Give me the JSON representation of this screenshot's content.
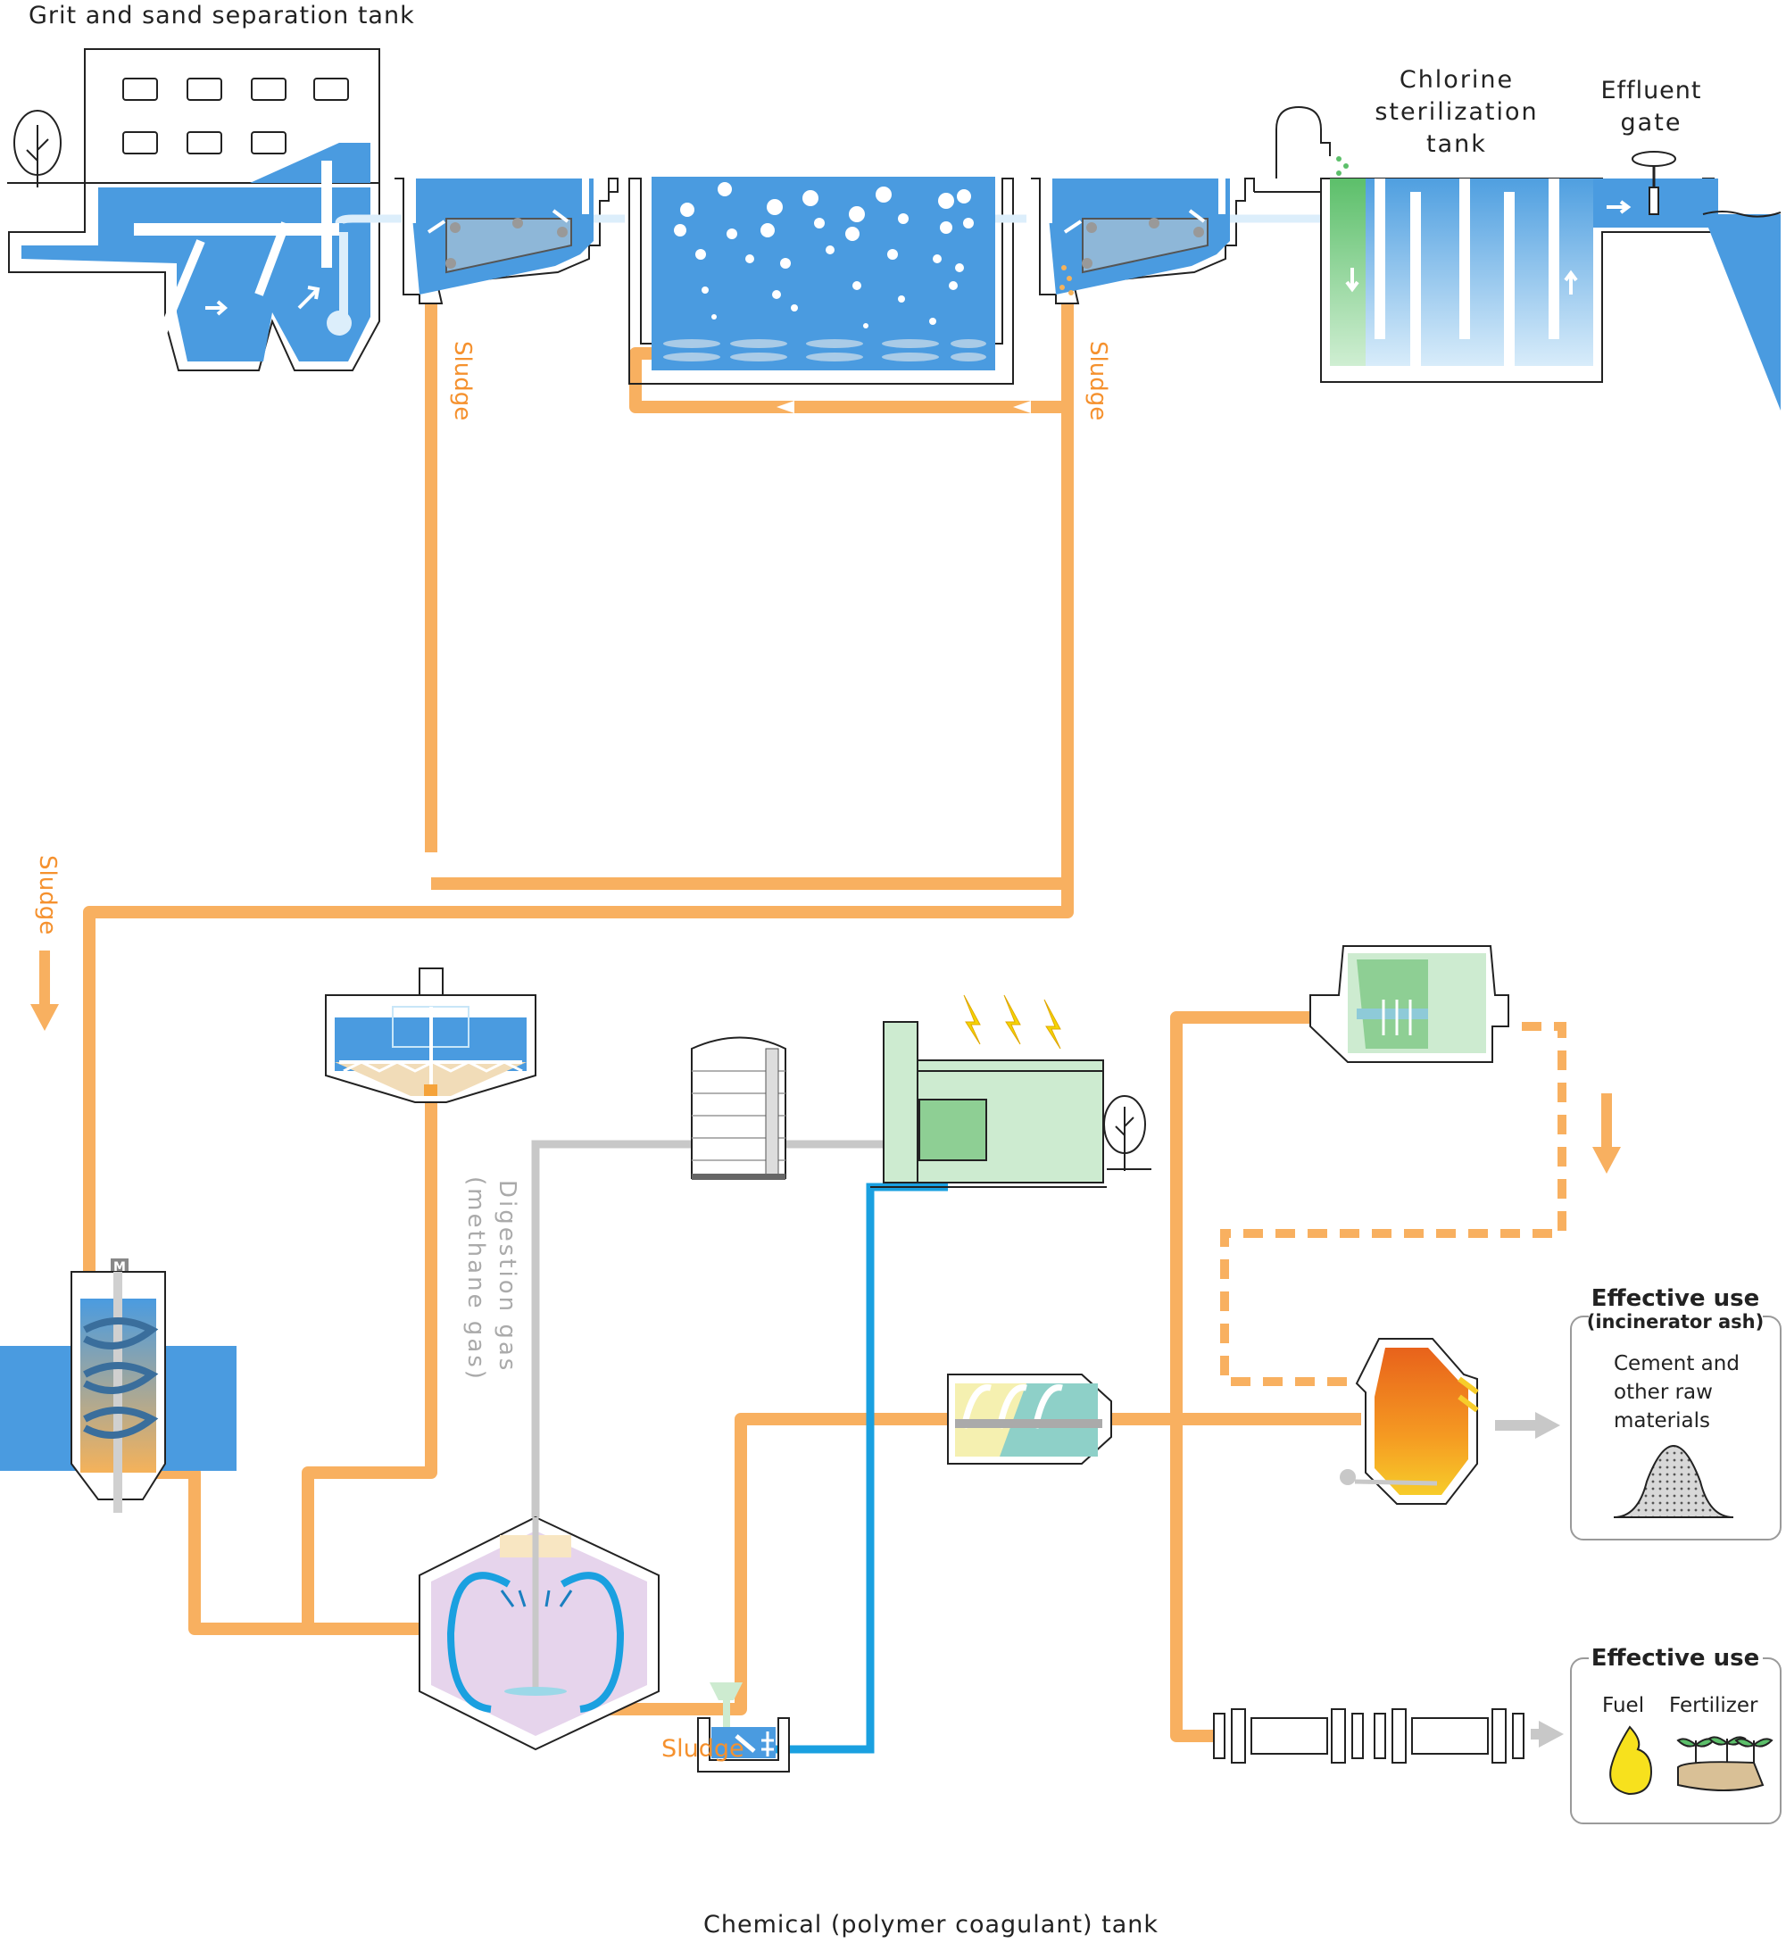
{
  "labels": {
    "grit_tank": "Grit and sand separation tank",
    "chlorine_tank_line1": "Chlorine",
    "chlorine_tank_line2": "sterilization",
    "chlorine_tank_line3": "tank",
    "effluent_gate_line1": "Effluent",
    "effluent_gate_line2": "gate",
    "sludge_primary": "Sludge",
    "sludge_final": "Sludge",
    "sludge_left": "Sludge",
    "sludge_digester": "Sludge",
    "digestion_gas_line1": "Digestion gas",
    "digestion_gas_line2": "(methane gas)",
    "chemical_tank": "Chemical (polymer coagulant) tank",
    "motor_mark": "M"
  },
  "effective_use_ash": {
    "title": "Effective use",
    "subtitle": "(incinerator ash)",
    "line1": "Cement and",
    "line2": "other raw",
    "line3": "materials"
  },
  "effective_use_2": {
    "title": "Effective use",
    "item1": "Fuel",
    "item2": "Fertilizer"
  },
  "colors": {
    "water": "#4a9be0",
    "water_light": "#c8e6f8",
    "sludge_pipe": "#f8b060",
    "sludge_text": "#f5912e",
    "gas_pipe": "#c0c0c0",
    "chemical_pipe": "#1aa0e0",
    "digester": "#e6d4ec",
    "chlorine_green": "#5cbf6a",
    "generator_green": "#cdebd0"
  }
}
